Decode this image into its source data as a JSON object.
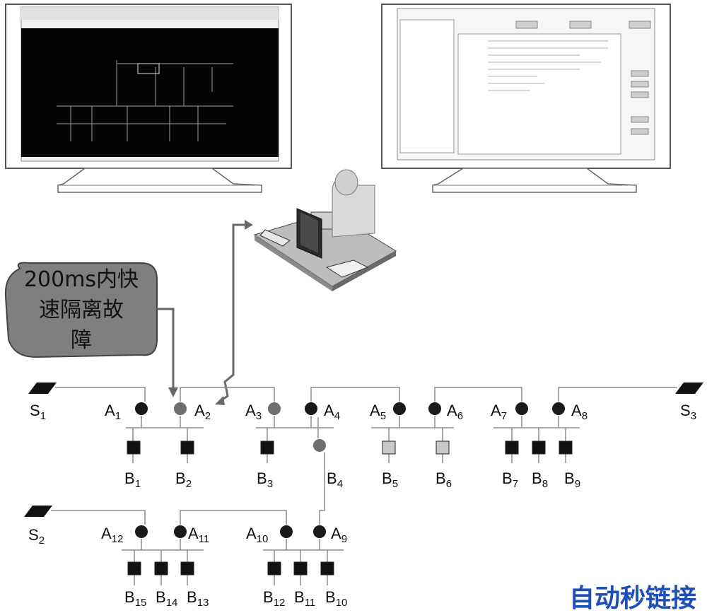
{
  "callout": {
    "lines": [
      "200ms内快",
      "速隔离故",
      "障"
    ]
  },
  "sources": [
    {
      "id": "S1",
      "base": "S",
      "sub": "1"
    },
    {
      "id": "S2",
      "base": "S",
      "sub": "2"
    },
    {
      "id": "S3",
      "base": "S",
      "sub": "3"
    }
  ],
  "switches": [
    {
      "id": "A1",
      "base": "A",
      "sub": "1",
      "state": "closed"
    },
    {
      "id": "A2",
      "base": "A",
      "sub": "2",
      "state": "opened"
    },
    {
      "id": "A3",
      "base": "A",
      "sub": "3",
      "state": "opened"
    },
    {
      "id": "A4",
      "base": "A",
      "sub": "4",
      "state": "closed"
    },
    {
      "id": "A5",
      "base": "A",
      "sub": "5",
      "state": "closed"
    },
    {
      "id": "A6",
      "base": "A",
      "sub": "6",
      "state": "closed"
    },
    {
      "id": "A7",
      "base": "A",
      "sub": "7",
      "state": "closed"
    },
    {
      "id": "A8",
      "base": "A",
      "sub": "8",
      "state": "closed"
    },
    {
      "id": "A9",
      "base": "A",
      "sub": "9",
      "state": "closed"
    },
    {
      "id": "A10",
      "base": "A",
      "sub": "10",
      "state": "closed"
    },
    {
      "id": "A11",
      "base": "A",
      "sub": "11",
      "state": "closed"
    },
    {
      "id": "A12",
      "base": "A",
      "sub": "12",
      "state": "closed"
    }
  ],
  "loads": [
    {
      "id": "B1",
      "base": "B",
      "sub": "1"
    },
    {
      "id": "B2",
      "base": "B",
      "sub": "2"
    },
    {
      "id": "B3",
      "base": "B",
      "sub": "3"
    },
    {
      "id": "B4",
      "base": "B",
      "sub": "4"
    },
    {
      "id": "B5",
      "base": "B",
      "sub": "5",
      "state": "outage"
    },
    {
      "id": "B6",
      "base": "B",
      "sub": "6",
      "state": "outage"
    },
    {
      "id": "B7",
      "base": "B",
      "sub": "7"
    },
    {
      "id": "B8",
      "base": "B",
      "sub": "8"
    },
    {
      "id": "B9",
      "base": "B",
      "sub": "9"
    },
    {
      "id": "B10",
      "base": "B",
      "sub": "10"
    },
    {
      "id": "B11",
      "base": "B",
      "sub": "11"
    },
    {
      "id": "B12",
      "base": "B",
      "sub": "12"
    },
    {
      "id": "B13",
      "base": "B",
      "sub": "13"
    },
    {
      "id": "B14",
      "base": "B",
      "sub": "14"
    },
    {
      "id": "B15",
      "base": "B",
      "sub": "15"
    }
  ],
  "colors": {
    "closed_switch": "#1a1a1a",
    "opened_switch": "#6e6e6e",
    "outage_load": "#c8c8c8",
    "line": "#8c8c8c",
    "cloud_fill": "#7f7f7f",
    "watermark": "#1f4fb4"
  },
  "watermark": "自动秒链接"
}
